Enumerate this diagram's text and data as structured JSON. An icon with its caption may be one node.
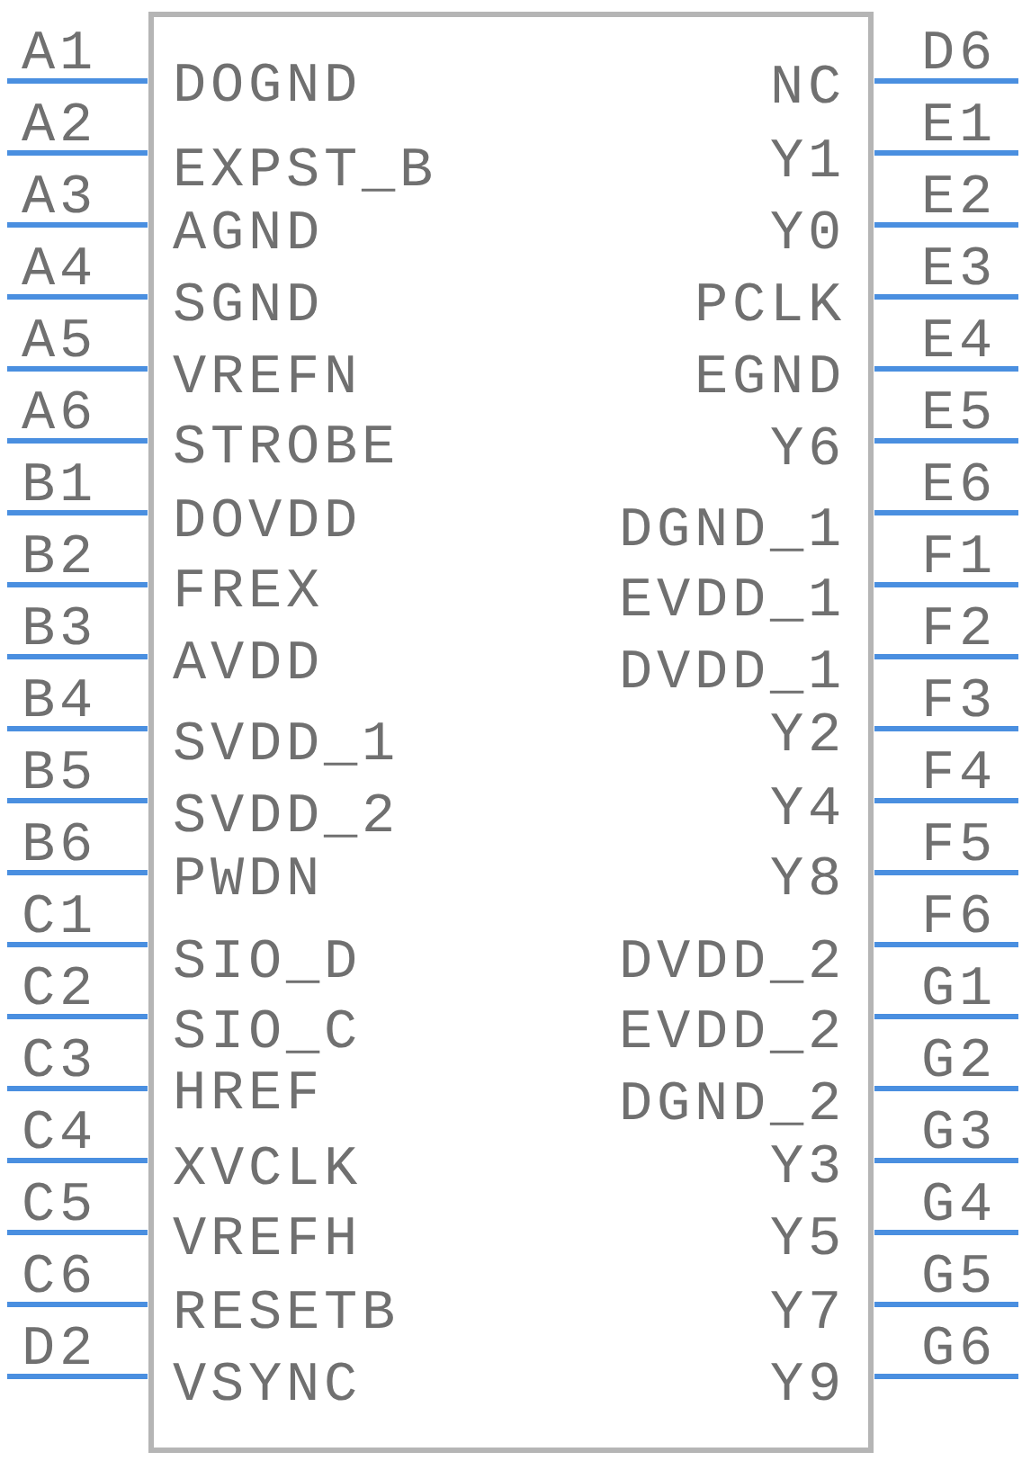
{
  "diagram": {
    "labels": [
      "A1",
      "D6",
      "DOGND",
      "NC",
      "A2",
      "E1",
      "EXPST_B",
      "Y1",
      "A3",
      "E2",
      "AGND",
      "Y0",
      "A4",
      "E3",
      "SGND",
      "PCLK",
      "A5",
      "E4",
      "VREFN",
      "EGND",
      "A6",
      "E5",
      "STROBE",
      "Y6",
      "B1",
      "E6",
      "DOVDD",
      "DGND_1",
      "B2",
      "F1",
      "FREX",
      "EVDD_1",
      "B3",
      "F2",
      "AVDD",
      "DVDD_1",
      "B4",
      "F3",
      "SVDD_1",
      "Y2",
      "B5",
      "F4",
      "SVDD_2",
      "Y4",
      "B6",
      "F5",
      "PWDN",
      "Y8",
      "C1",
      "F6",
      "SIO_D",
      "DVDD_2",
      "C2",
      "G1",
      "SIO_C",
      "EVDD_2",
      "C3",
      "G2",
      "HREF",
      "DGND_2",
      "C4",
      "G3",
      "XVCLK",
      "Y3",
      "C5",
      "G4",
      "VREFH",
      "Y5",
      "C6",
      "G5",
      "RESETB",
      "Y7",
      "D2",
      "G6",
      "VSYNC",
      "Y9"
    ]
  }
}
